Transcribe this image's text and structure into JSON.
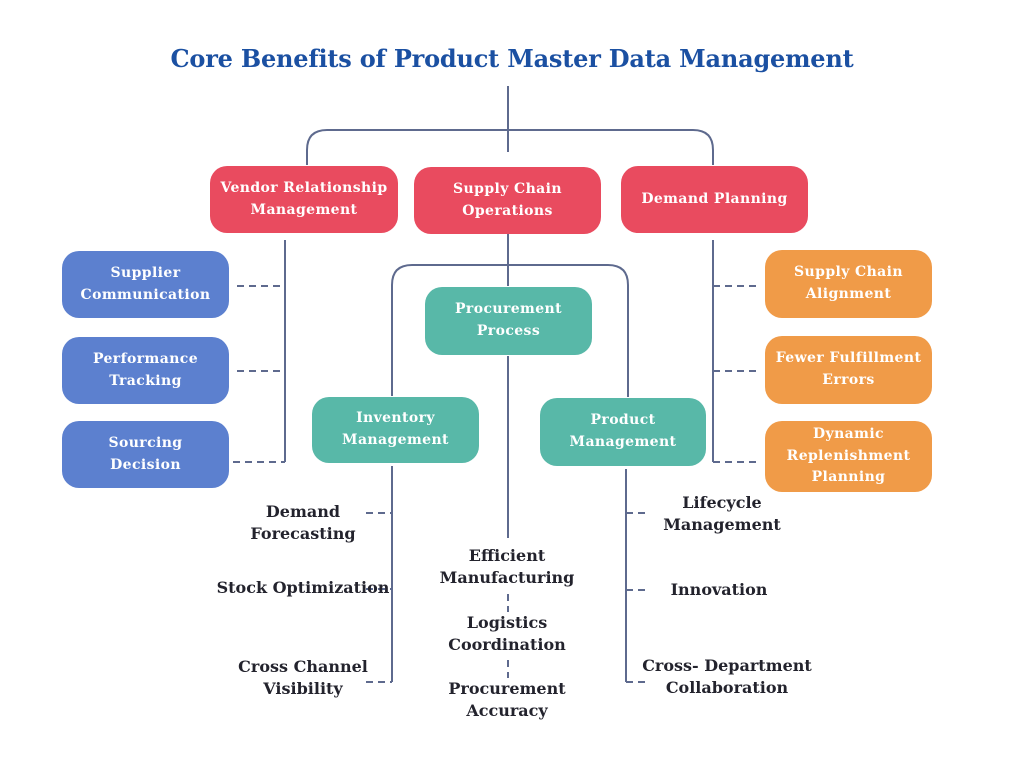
{
  "title": "Core Benefits of Product Master Data Management",
  "palette": {
    "branch_red": "#E94B5F",
    "child_blue": "#5C80CF",
    "child_teal": "#58B8A8",
    "child_orange": "#F09B48",
    "connector_line": "#5E6A8E",
    "title_text": "#1B50A2",
    "leaf_text": "#23232D",
    "node_text": "#FFFFFF"
  },
  "branches": {
    "vendor": {
      "label": "Vendor Relationship Management",
      "children": [
        {
          "label": "Supplier Communication"
        },
        {
          "label": "Performance Tracking"
        },
        {
          "label": "Sourcing Decision"
        }
      ]
    },
    "supply_chain": {
      "label": "Supply Chain Operations",
      "children": [
        {
          "label": "Procurement Process",
          "sub": [
            "Efficient Manufacturing",
            "Logistics Coordination",
            "Procurement Accuracy"
          ]
        },
        {
          "label": "Inventory Management",
          "sub": [
            "Demand Forecasting",
            "Stock Optimization",
            "Cross Channel Visibility"
          ]
        },
        {
          "label": "Product Management",
          "sub": [
            "Lifecycle Management",
            "Innovation",
            "Cross- Department Collaboration"
          ]
        }
      ]
    },
    "demand": {
      "label": "Demand Planning",
      "children": [
        {
          "label": "Supply Chain Alignment"
        },
        {
          "label": "Fewer Fulfillment Errors"
        },
        {
          "label": "Dynamic Replenishment Planning"
        }
      ]
    }
  }
}
